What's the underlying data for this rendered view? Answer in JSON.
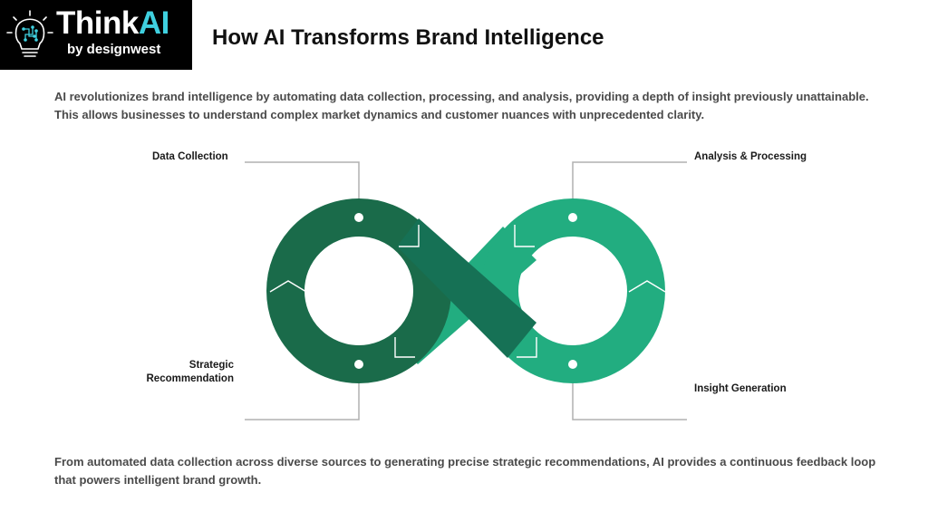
{
  "logo": {
    "name_part1": "Think",
    "name_part2": "AI",
    "tagline": "by designwest",
    "icon": "lightbulb-brain-icon",
    "accent_color": "#3fd0df"
  },
  "title": "How AI Transforms Brand Intelligence",
  "intro": "AI revolutionizes brand intelligence by automating data collection, processing, and analysis, providing a depth of insight previously unattainable. This allows businesses to understand complex market dynamics and customer nuances with unprecedented clarity.",
  "stages": [
    {
      "label": "Data Collection",
      "color": "#1a6b4a"
    },
    {
      "label": "Analysis & Processing",
      "color": "#22ad80"
    },
    {
      "label": "Insight Generation",
      "color": "#2eb784"
    },
    {
      "label": "Strategic Recommendation",
      "color": "#1c7a54"
    }
  ],
  "colors": {
    "dark_green": "#1a6b4a",
    "mid_green": "#167155",
    "light_green": "#22ad80",
    "connector": "#b0b0b0"
  },
  "outro": "From automated data collection across diverse sources to generating precise strategic recommendations, AI provides a continuous feedback loop that powers intelligent brand growth."
}
